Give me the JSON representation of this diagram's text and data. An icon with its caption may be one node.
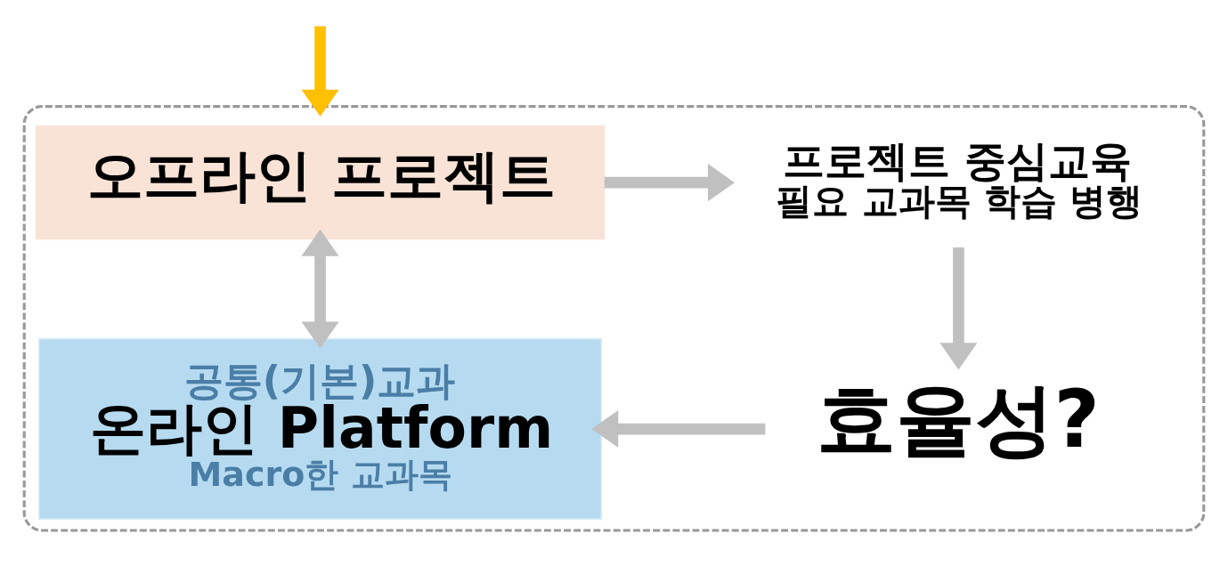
{
  "diagram": {
    "nodes": [
      {
        "text": [],
        "shape": "box"
      },
      {
        "text": [
          "오프라인 프로젝트"
        ],
        "in": 0
      },
      {
        "text": [
          "프로젝트 중심교육",
          "필요 교과목 학습 병행"
        ],
        "in": 0
      },
      {
        "text": [
          "효율성?"
        ],
        "in": 0
      },
      {
        "text": [
          "공통(기본)교과",
          "온라인 Platform",
          "Macro한 교과목"
        ],
        "in": 0
      }
    ],
    "edges": [
      {
        "from": null,
        "to": 0,
        "arrow": "to",
        "color": "#ffc000"
      },
      {
        "from": 1,
        "to": 2,
        "arrow": "to"
      },
      {
        "from": 2,
        "to": 3,
        "arrow": "to"
      },
      {
        "from": 3,
        "to": 4,
        "arrow": "to"
      },
      {
        "from": 1,
        "to": 4,
        "arrow": "both"
      }
    ]
  }
}
